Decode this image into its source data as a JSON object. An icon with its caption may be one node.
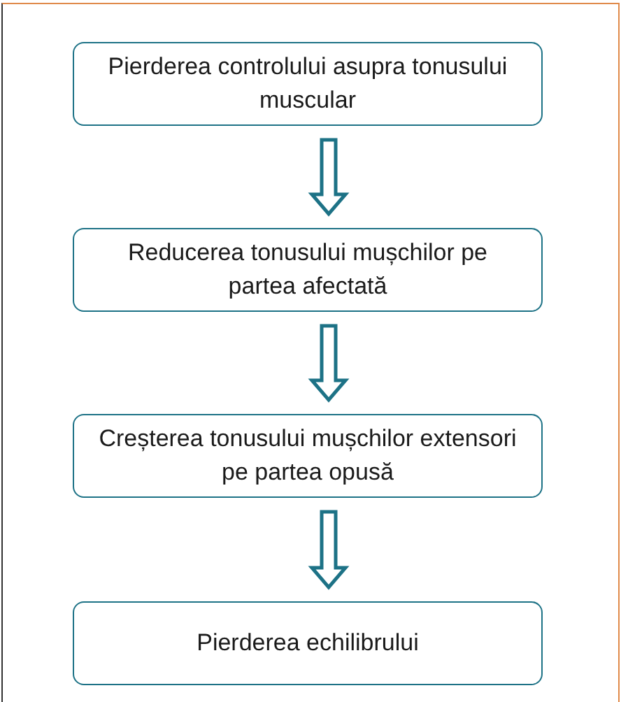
{
  "diagram": {
    "nodes": [
      {
        "text": [
          "Pierderea controlului asupra tonusului muscular"
        ]
      },
      {
        "text": [
          "Reducerea tonusului mușchilor pe partea afectată"
        ]
      },
      {
        "text": [
          "Creșterea tonusului mușchilor extensori pe partea opusă"
        ]
      },
      {
        "text": [
          "Pierderea echilibrului"
        ]
      }
    ],
    "edges": [
      {
        "from": 0,
        "to": 1,
        "arrow": "to"
      },
      {
        "from": 1,
        "to": 2,
        "arrow": "to"
      },
      {
        "from": 2,
        "to": 3,
        "arrow": "to"
      }
    ]
  }
}
